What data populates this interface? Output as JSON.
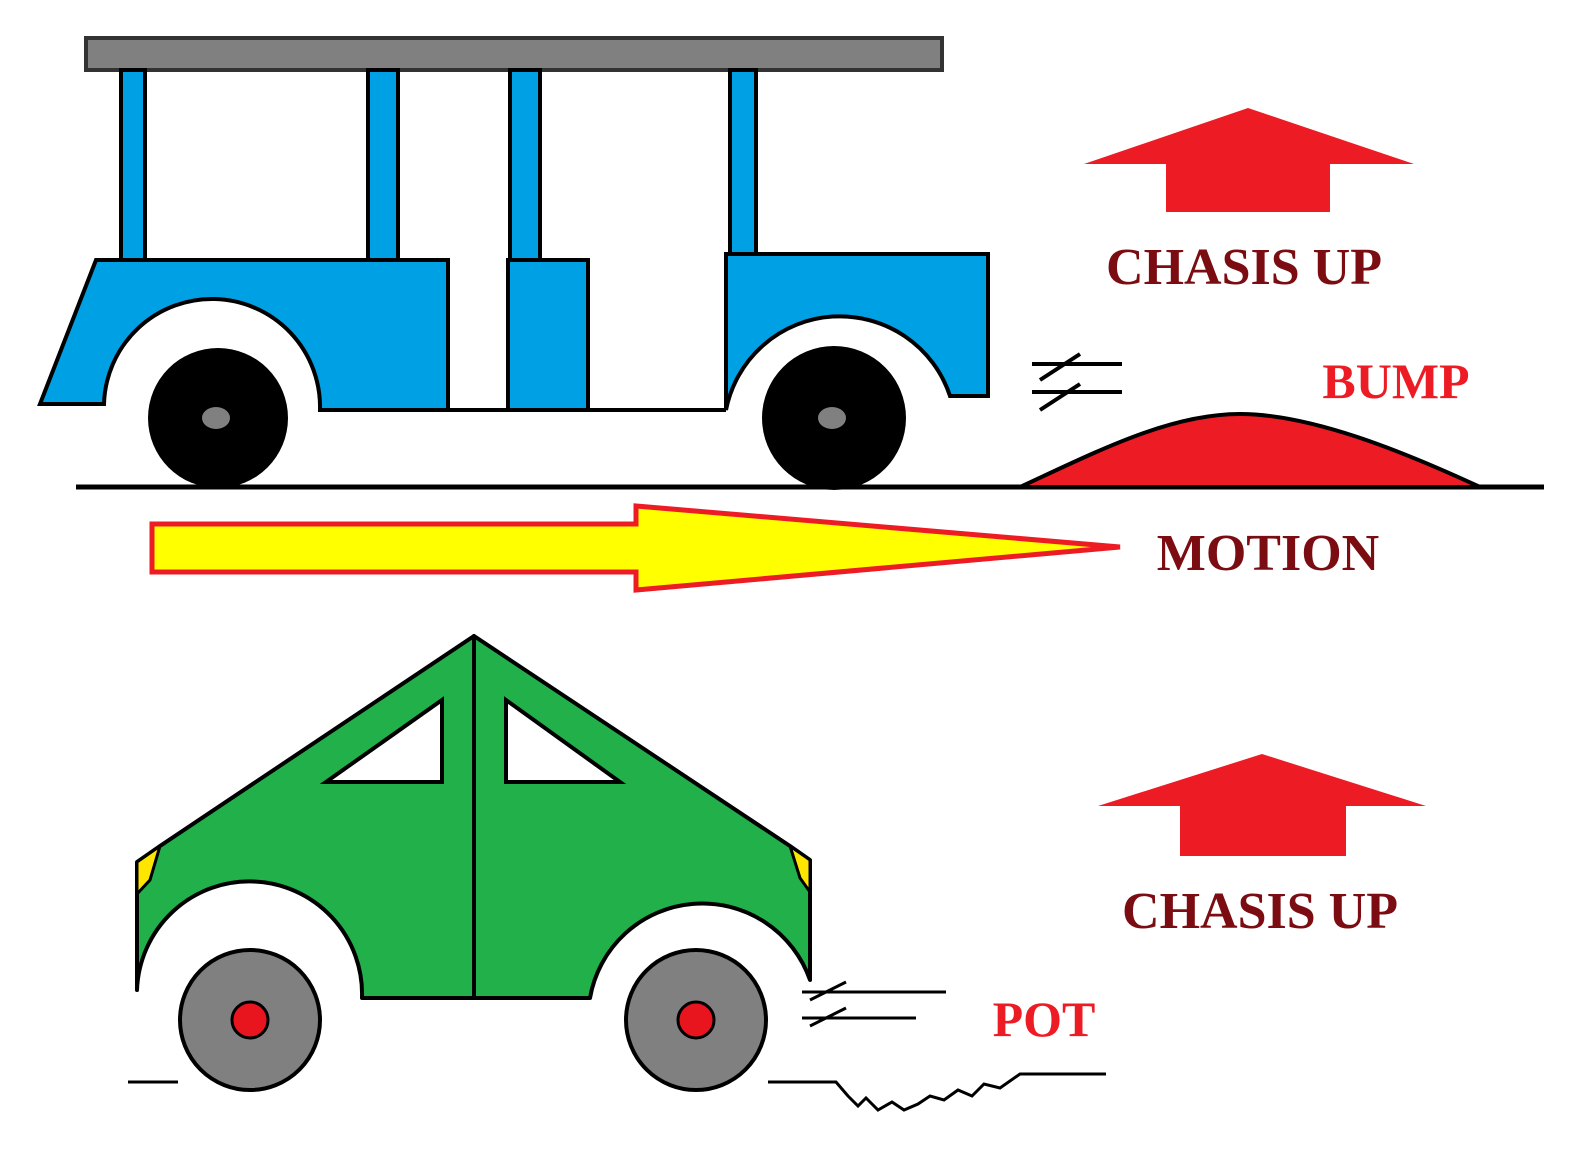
{
  "labels": {
    "chasis_up_top": "CHASIS UP",
    "bump": "BUMP",
    "motion": "MOTION",
    "chasis_up_bottom": "CHASIS UP",
    "pot": "POT"
  },
  "colors": {
    "jeep_body": "#00A0E4",
    "jeep_roof": "#808080",
    "car_body": "#22B04B",
    "headlight": "#FFE600",
    "wheel_black": "#000000",
    "wheel_gray": "#808080",
    "hub_red": "#E8141E",
    "bump_red": "#ED1C24",
    "up_arrow_red": "#ED1C24",
    "motion_arrow_fill": "#FFFF00",
    "motion_arrow_stroke": "#ED1C24",
    "label_dark_red": "#7B0C12",
    "label_red": "#ED1C24"
  },
  "icons": {
    "vehicle_top": "jeep-icon",
    "vehicle_bottom": "car-icon",
    "direction": "arrow-right-icon",
    "lift": "arrow-up-icon"
  }
}
